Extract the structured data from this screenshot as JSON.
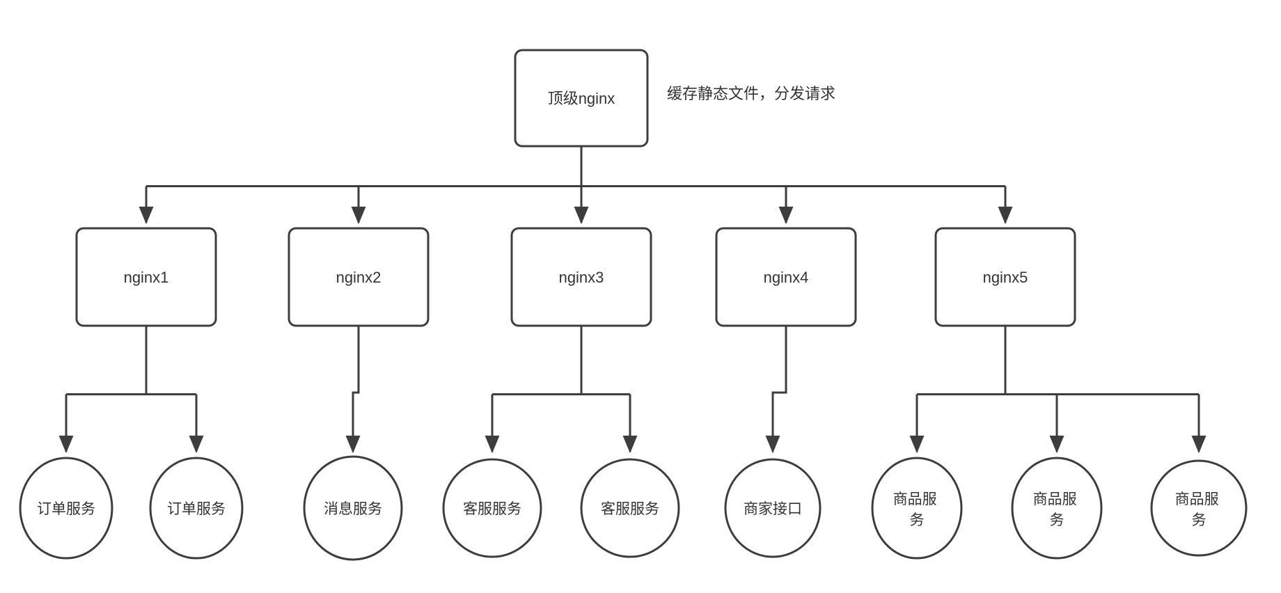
{
  "diagram": {
    "top": {
      "label": "顶级nginx",
      "note": "缓存静态文件，分发请求"
    },
    "level2": [
      {
        "label": "nginx1"
      },
      {
        "label": "nginx2"
      },
      {
        "label": "nginx3"
      },
      {
        "label": "nginx4"
      },
      {
        "label": "nginx5"
      }
    ],
    "services": [
      {
        "label": "订单服务",
        "lines": [
          "订单服务"
        ]
      },
      {
        "label": "订单服务",
        "lines": [
          "订单服务"
        ]
      },
      {
        "label": "消息服务",
        "lines": [
          "消息服务"
        ]
      },
      {
        "label": "客服服务",
        "lines": [
          "客服服务"
        ]
      },
      {
        "label": "客服服务",
        "lines": [
          "客服服务"
        ]
      },
      {
        "label": "商家接口",
        "lines": [
          "商家接口"
        ]
      },
      {
        "label": "商品服务",
        "lines": [
          "商品服",
          "务"
        ]
      },
      {
        "label": "商品服务",
        "lines": [
          "商品服",
          "务"
        ]
      },
      {
        "label": "商品服务",
        "lines": [
          "商品服",
          "务"
        ]
      }
    ],
    "colors": {
      "stroke": "#3d3d3d",
      "text": "#333333",
      "background": "#ffffff"
    }
  }
}
